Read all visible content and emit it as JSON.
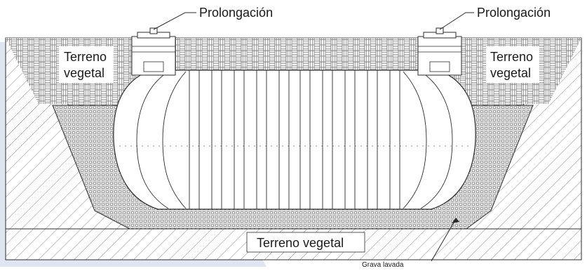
{
  "diagram": {
    "labels": {
      "extension_left": "Prolongación",
      "extension_right": "Prolongación",
      "topsoil_left_line1": "Terreno",
      "topsoil_left_line2": "vegetal",
      "topsoil_right_line1": "Terreno",
      "topsoil_right_line2": "vegetal",
      "topsoil_bottom": "Terreno vegetal",
      "washed_gravel": "Grava lavada"
    },
    "colors": {
      "background_band": "#dfe6f2",
      "outline": "#2b2b2b",
      "hatch": "#8a8a8a",
      "gravel_fill": "#bdbdbd",
      "tank_fill": "#ffffff"
    }
  }
}
